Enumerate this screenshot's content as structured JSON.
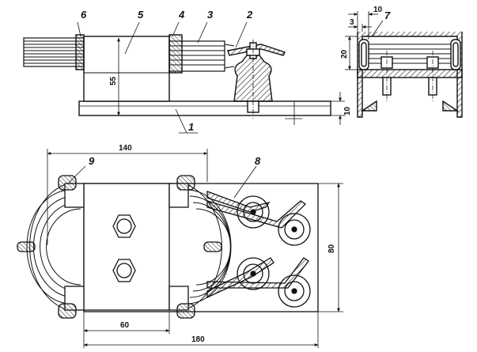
{
  "callouts": {
    "c1": "1",
    "c2": "2",
    "c3": "3",
    "c4": "4",
    "c5": "5",
    "c6": "6",
    "c7": "7",
    "c8": "8",
    "c9": "9"
  },
  "dimensions": {
    "height_core": "55",
    "base_thickness": "10",
    "section_depth": "10",
    "section_gap": "3",
    "section_height": "20",
    "overall_width_coil": "140",
    "plate_height": "80",
    "core_width": "60",
    "plate_length": "180"
  }
}
